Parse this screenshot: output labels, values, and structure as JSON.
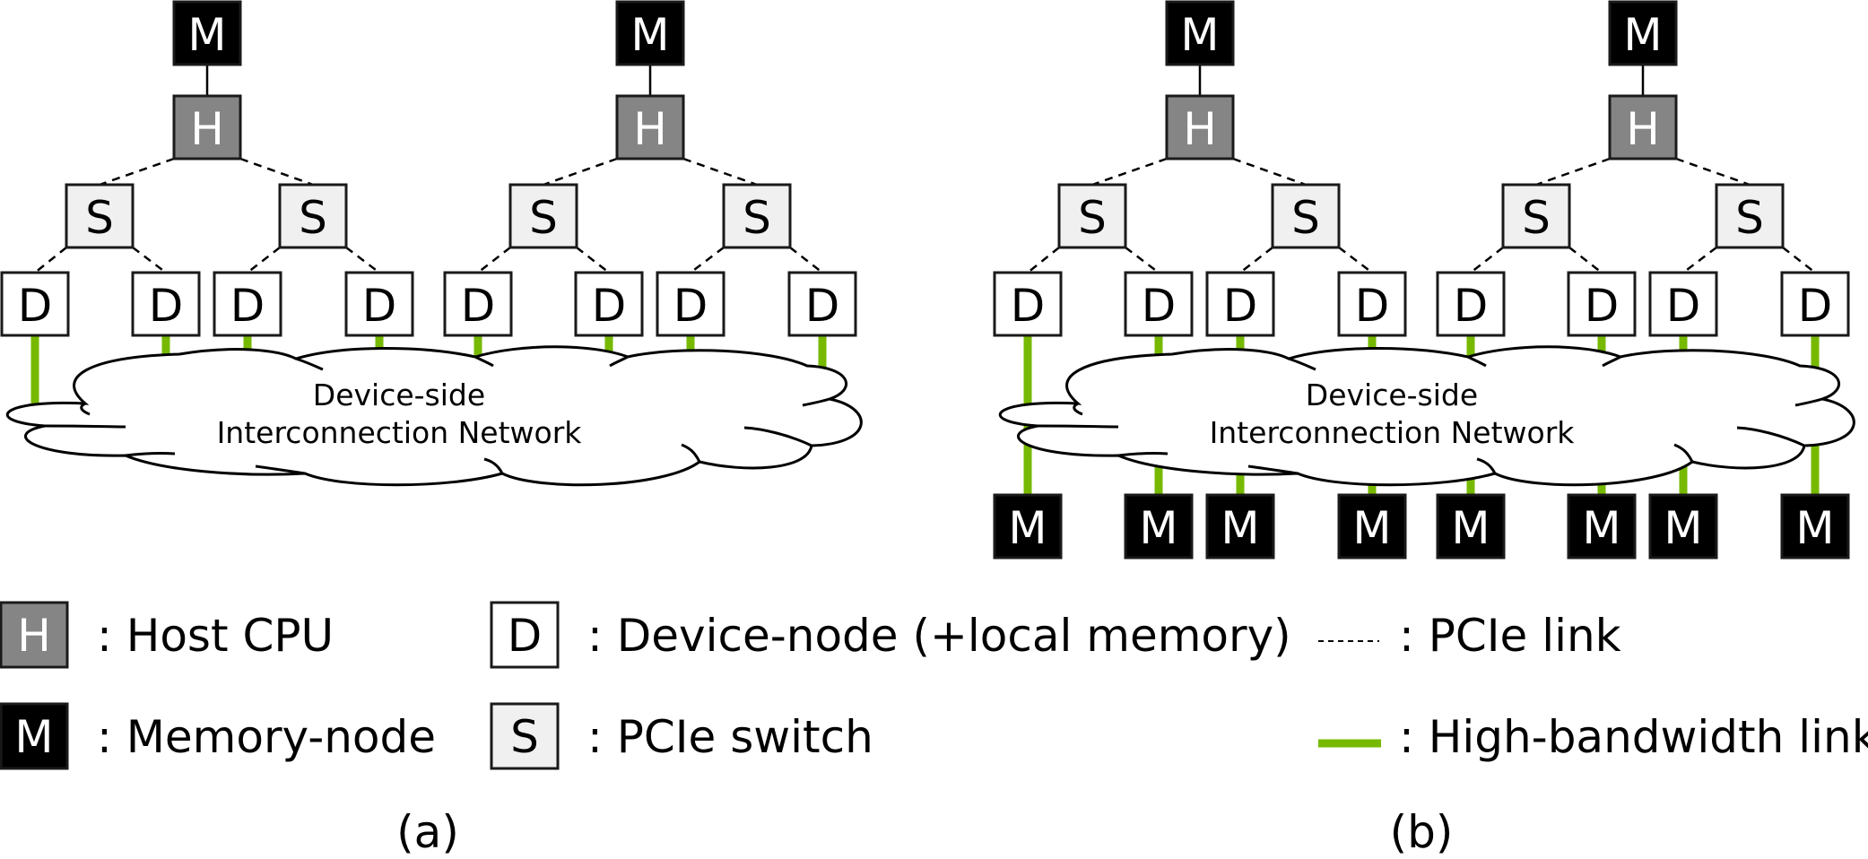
{
  "colors": {
    "memory_fill": "#000000",
    "memory_text": "#ffffff",
    "host_fill": "#858585",
    "host_text": "#ffffff",
    "switch_fill": "#f0f0f0",
    "device_fill": "#ffffff",
    "high_bandwidth": "#76b900"
  },
  "node_labels": {
    "memory": "M",
    "host": "H",
    "switch": "S",
    "device": "D"
  },
  "diagrams": [
    {
      "id": "a",
      "caption": "(a)",
      "cloud_text": [
        "Device-side",
        "Interconnection Network"
      ],
      "hosts": 2,
      "switches_per_host": 2,
      "devices_per_switch": 2,
      "device_memory_nodes": false
    },
    {
      "id": "b",
      "caption": "(b)",
      "cloud_text": [
        "Device-side",
        "Interconnection Network"
      ],
      "hosts": 2,
      "switches_per_host": 2,
      "devices_per_switch": 2,
      "device_memory_nodes": true
    }
  ],
  "legend": {
    "host": ": Host CPU",
    "memory": ": Memory-node",
    "device": ": Device-node (+local memory)",
    "switch": ": PCIe switch",
    "pcie_link": ": PCIe link",
    "high_bandwidth_link": ": High-bandwidth link"
  }
}
